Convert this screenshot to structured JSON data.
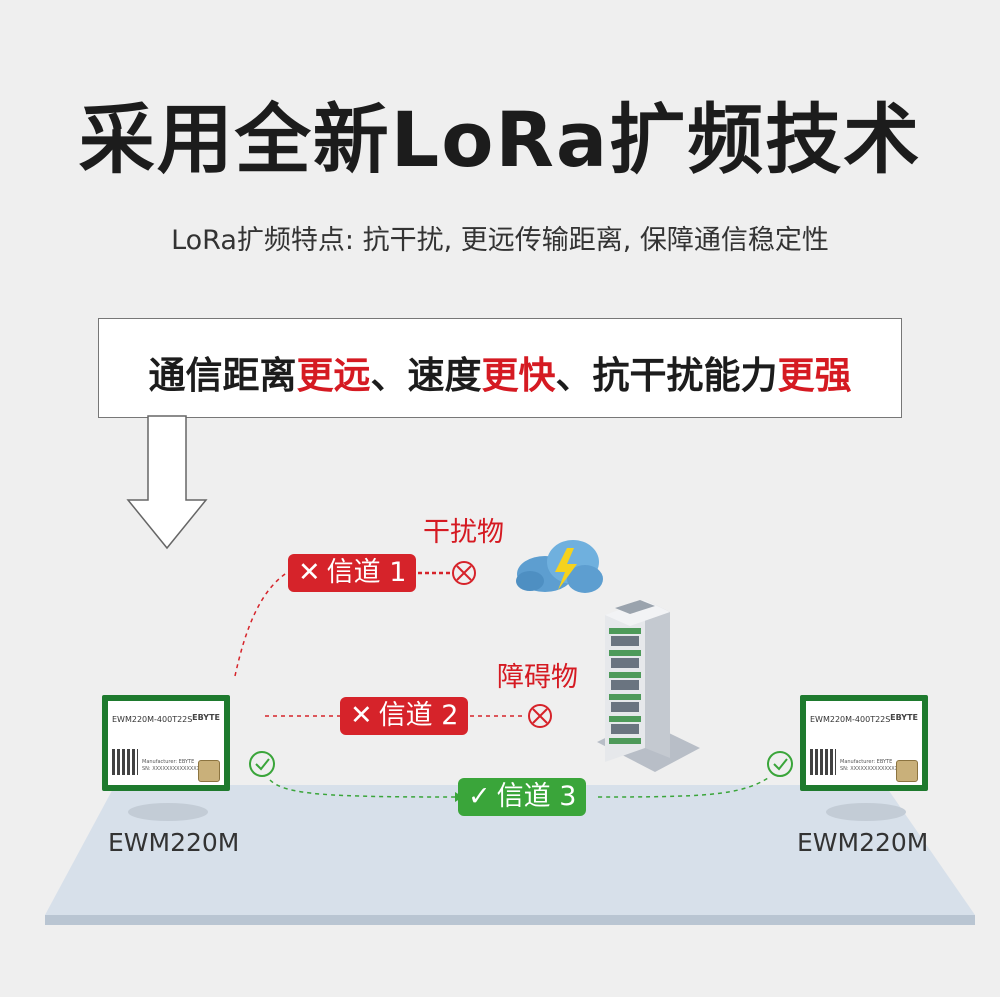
{
  "title": "采用全新LoRa扩频技术",
  "subtitle": "LoRa扩频特点: 抗干扰, 更远传输距离, 保障通信稳定性",
  "callout": {
    "p1": "通信距离",
    "h1": "更远",
    "p2": "、速度",
    "h2": "更快",
    "p3": "、抗干扰能力",
    "h3": "更强"
  },
  "channels": [
    {
      "mark": "✕",
      "label": "信道 1",
      "status": "blocked"
    },
    {
      "mark": "✕",
      "label": "信道 2",
      "status": "blocked"
    },
    {
      "mark": "✓",
      "label": "信道 3",
      "status": "ok"
    }
  ],
  "obstacles": {
    "interference": "干扰物",
    "barrier": "障碍物"
  },
  "modules": {
    "left": {
      "name": "EWM220M",
      "model": "EWM220M-400T22S",
      "brand": "EBYTE",
      "manufacturer": "Manufacturer: EBYTE",
      "sn": "SN: XXXXXXXXXXXXXX"
    },
    "right": {
      "name": "EWM220M",
      "model": "EWM220M-400T22S",
      "brand": "EBYTE",
      "manufacturer": "Manufacturer: EBYTE",
      "sn": "SN: XXXXXXXXXXXXXX"
    }
  },
  "colors": {
    "accent_red": "#d51a22",
    "ok_green": "#3aa53a",
    "pcb_green": "#1e7a2e"
  }
}
